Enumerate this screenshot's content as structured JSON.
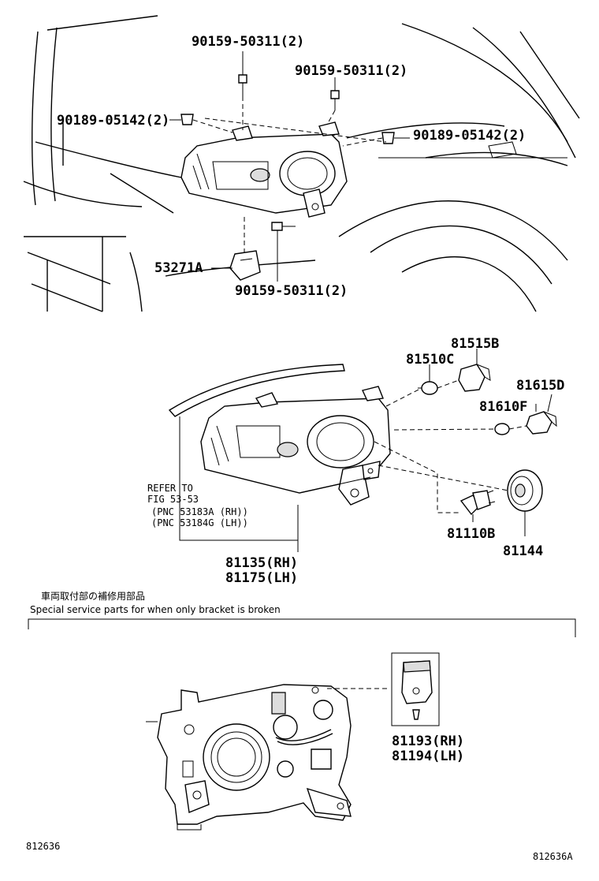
{
  "top_section": {
    "callouts": [
      {
        "id": "bolt-top-left",
        "label": "90159-50311(2)"
      },
      {
        "id": "bolt-top-right",
        "label": "90159-50311(2)"
      },
      {
        "id": "clip-left",
        "label": "90189-05142(2)"
      },
      {
        "id": "clip-right",
        "label": "90189-05142(2)"
      },
      {
        "id": "retainer",
        "label": "53271A"
      },
      {
        "id": "bolt-bottom",
        "label": "90159-50311(2)"
      }
    ]
  },
  "middle_section": {
    "callouts": [
      {
        "id": "socket-81515b",
        "label": "81515B"
      },
      {
        "id": "bulb-81510c",
        "label": "81510C"
      },
      {
        "id": "socket-81615d",
        "label": "81615D"
      },
      {
        "id": "bulb-81610f",
        "label": "81610F"
      },
      {
        "id": "bulb-81110b",
        "label": "81110B"
      },
      {
        "id": "cover-81144",
        "label": "81144"
      }
    ],
    "refer_note": {
      "line1": "REFER TO",
      "line2": "FIG 53-53",
      "line3": "(PNC 53183A (RH))",
      "line4": "(PNC 53184G (LH))"
    },
    "assembly": {
      "rh": "81135(RH)",
      "lh": "81175(LH)"
    }
  },
  "service_note": {
    "japanese": "車両取付部の補修用部品",
    "english": "Special service parts for when only bracket is broken"
  },
  "bottom_section": {
    "bracket": {
      "rh": "81193(RH)",
      "lh": "81194(LH)"
    }
  },
  "footer": {
    "left_code": "812636",
    "right_code": "812636A"
  }
}
